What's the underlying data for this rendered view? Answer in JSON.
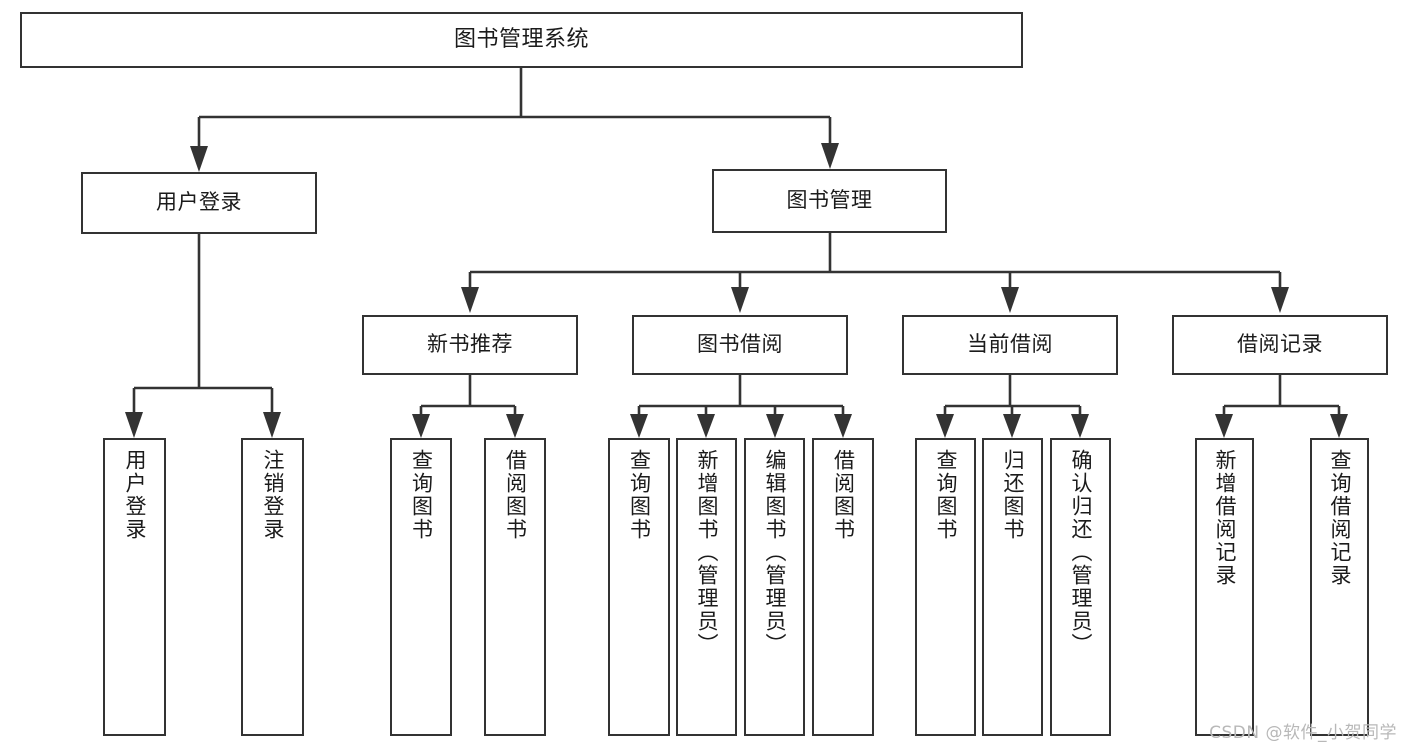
{
  "diagram": {
    "title": "图书管理系统",
    "type": "功能结构图",
    "watermark": "CSDN @软件_小贺同学",
    "colors": {
      "stroke": "#333333",
      "fill": "#ffffff",
      "text": "#1b1b1b",
      "watermark": "#b8b8b8"
    },
    "nodes": {
      "root": {
        "label": "图书管理系统"
      },
      "level1": [
        {
          "id": "user-login",
          "label": "用户登录"
        },
        {
          "id": "book-management",
          "label": "图书管理"
        }
      ],
      "level2": [
        {
          "id": "new-book-recommend",
          "label": "新书推荐"
        },
        {
          "id": "book-borrow",
          "label": "图书借阅"
        },
        {
          "id": "current-borrow",
          "label": "当前借阅"
        },
        {
          "id": "borrow-record",
          "label": "借阅记录"
        }
      ],
      "leaves": {
        "user-login": [
          {
            "id": "leaf-user-login",
            "label": "用户登录"
          },
          {
            "id": "leaf-logout",
            "label": "注销登录"
          }
        ],
        "new-book-recommend": [
          {
            "id": "leaf-query-book-1",
            "label": "查询图书"
          },
          {
            "id": "leaf-borrow-book-1",
            "label": "借阅图书"
          }
        ],
        "book-borrow": [
          {
            "id": "leaf-query-book-2",
            "label": "查询图书"
          },
          {
            "id": "leaf-add-book",
            "label": "新增图书（管理员）"
          },
          {
            "id": "leaf-edit-book",
            "label": "编辑图书（管理员）"
          },
          {
            "id": "leaf-borrow-book-2",
            "label": "借阅图书"
          }
        ],
        "current-borrow": [
          {
            "id": "leaf-query-book-3",
            "label": "查询图书"
          },
          {
            "id": "leaf-return-book",
            "label": "归还图书"
          },
          {
            "id": "leaf-confirm-return",
            "label": "确认归还（管理员）"
          }
        ],
        "borrow-record": [
          {
            "id": "leaf-add-record",
            "label": "新增借阅记录"
          },
          {
            "id": "leaf-query-record",
            "label": "查询借阅记录"
          }
        ]
      }
    }
  }
}
